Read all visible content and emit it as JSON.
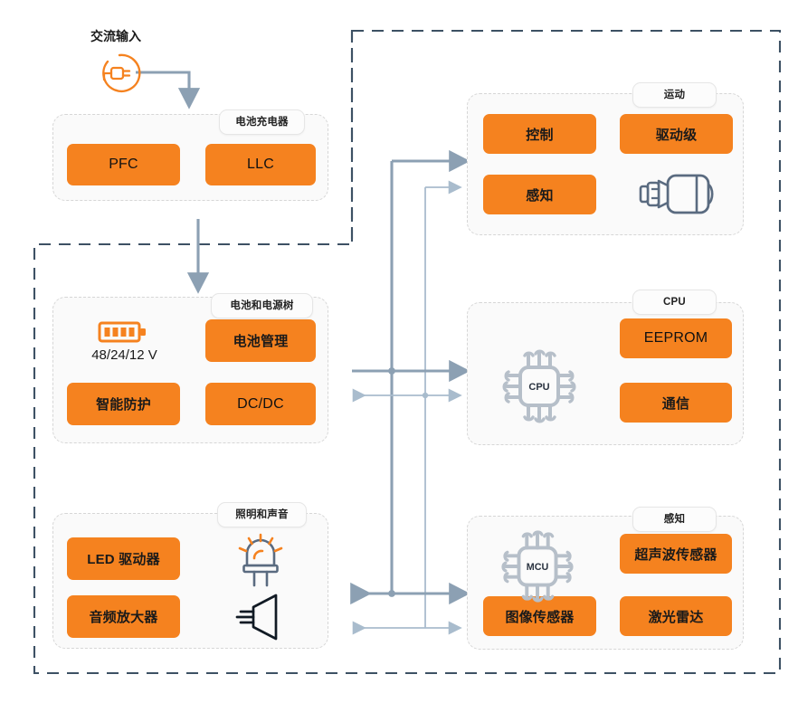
{
  "diagram": {
    "title_text": "交流输入",
    "battery_voltage": "48/24/12 V",
    "colors": {
      "accent_orange": "#F5821F",
      "wire_gray": "#8ca0b3",
      "wire_gray_light": "#a9bccd",
      "boundary_dash": "#3d5164",
      "panel_border": "#d6d6d6",
      "panel_fill": "#fafafa",
      "icon_slate": "#5a6b80"
    },
    "groups": [
      {
        "id": "battery-charger",
        "label": "电池充电器",
        "blocks": [
          {
            "label": "PFC",
            "style": "en"
          },
          {
            "label": "LLC",
            "style": "en"
          }
        ]
      },
      {
        "id": "battery-power-tree",
        "label": "电池和电源树",
        "blocks": [
          {
            "label": "电池管理",
            "style": "cn"
          },
          {
            "label": "智能防护",
            "style": "cn"
          },
          {
            "label": "DC/DC",
            "style": "en"
          }
        ],
        "icons": [
          {
            "name": "battery-icon",
            "caption": "48/24/12 V"
          }
        ]
      },
      {
        "id": "lighting-sound",
        "label": "照明和声音",
        "blocks": [
          {
            "label": "LED 驱动器",
            "style": "cn"
          },
          {
            "label": "音频放大器",
            "style": "cn"
          }
        ],
        "icons": [
          {
            "name": "led-lamp-icon"
          },
          {
            "name": "speaker-icon"
          }
        ]
      },
      {
        "id": "motion",
        "label": "运动",
        "blocks": [
          {
            "label": "控制",
            "style": "cn"
          },
          {
            "label": "驱动级",
            "style": "cn"
          },
          {
            "label": "感知",
            "style": "cn"
          }
        ],
        "icons": [
          {
            "name": "motor-icon"
          }
        ]
      },
      {
        "id": "cpu",
        "label": "CPU",
        "blocks": [
          {
            "label": "EEPROM",
            "style": "en"
          },
          {
            "label": "通信",
            "style": "cn"
          }
        ],
        "icons": [
          {
            "name": "cpu-chip-icon",
            "caption": "CPU"
          }
        ]
      },
      {
        "id": "sensing",
        "label": "感知",
        "blocks": [
          {
            "label": "超声波传感器",
            "style": "cn"
          },
          {
            "label": "图像传感器",
            "style": "cn"
          },
          {
            "label": "激光雷达",
            "style": "cn"
          }
        ],
        "icons": [
          {
            "name": "mcu-chip-icon",
            "caption": "MCU"
          }
        ]
      }
    ],
    "chip_labels": {
      "cpu": "CPU",
      "mcu": "MCU"
    }
  }
}
